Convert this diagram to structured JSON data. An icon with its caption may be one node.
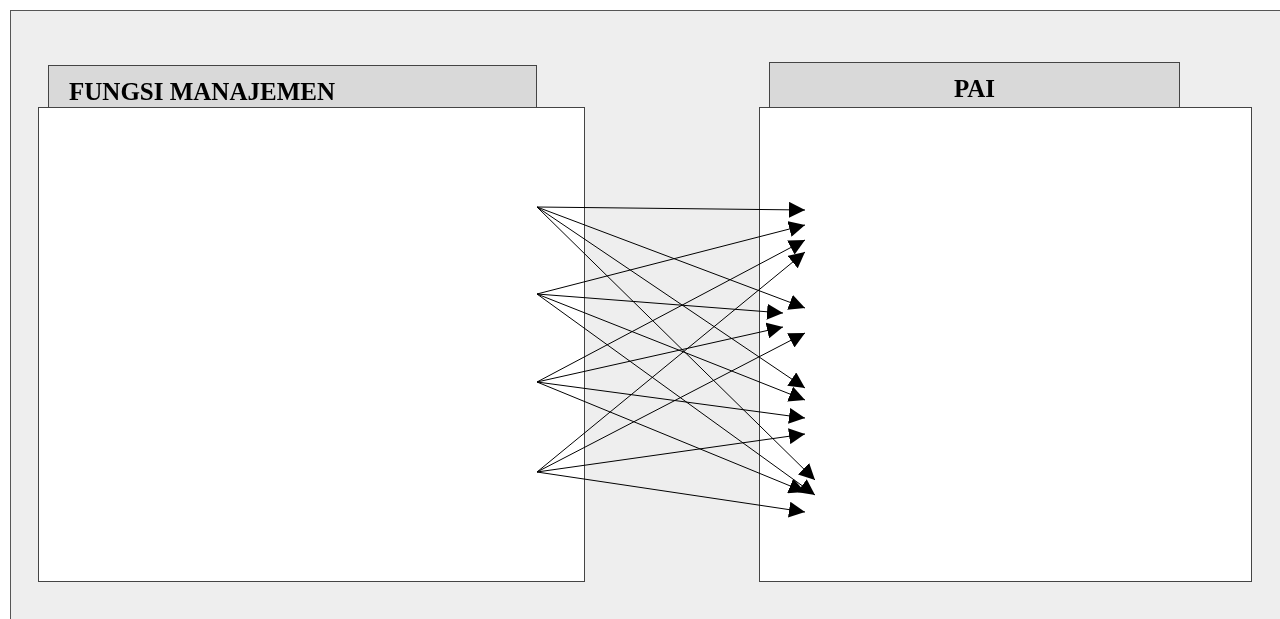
{
  "diagram": {
    "nodes": [
      {
        "text": [
          "FUNGSI MANAJEMEN"
        ]
      },
      {
        "text": [],
        "shape": "box"
      },
      {
        "text": [
          "PAI"
        ]
      },
      {
        "text": [],
        "shape": "box"
      }
    ],
    "edges": [
      {
        "from": 1,
        "to": 3,
        "arrow": "to"
      },
      {
        "from": 1,
        "to": 3,
        "arrow": "to"
      },
      {
        "from": 1,
        "to": 3,
        "arrow": "to"
      },
      {
        "from": 1,
        "to": 3,
        "arrow": "to"
      },
      {
        "from": 1,
        "to": 3,
        "arrow": "to"
      },
      {
        "from": 1,
        "to": 3,
        "arrow": "to"
      },
      {
        "from": 1,
        "to": 3,
        "arrow": "to"
      },
      {
        "from": 1,
        "to": 3,
        "arrow": "to"
      },
      {
        "from": 1,
        "to": 3,
        "arrow": "to"
      },
      {
        "from": 1,
        "to": 3,
        "arrow": "to"
      },
      {
        "from": 1,
        "to": 3,
        "arrow": "to"
      },
      {
        "from": 1,
        "to": 3,
        "arrow": "to"
      },
      {
        "from": 1,
        "to": 3,
        "arrow": "to"
      },
      {
        "from": 1,
        "to": 3,
        "arrow": "to"
      },
      {
        "from": 1,
        "to": 3,
        "arrow": "to"
      },
      {
        "from": 1,
        "to": 3,
        "arrow": "to"
      }
    ]
  }
}
